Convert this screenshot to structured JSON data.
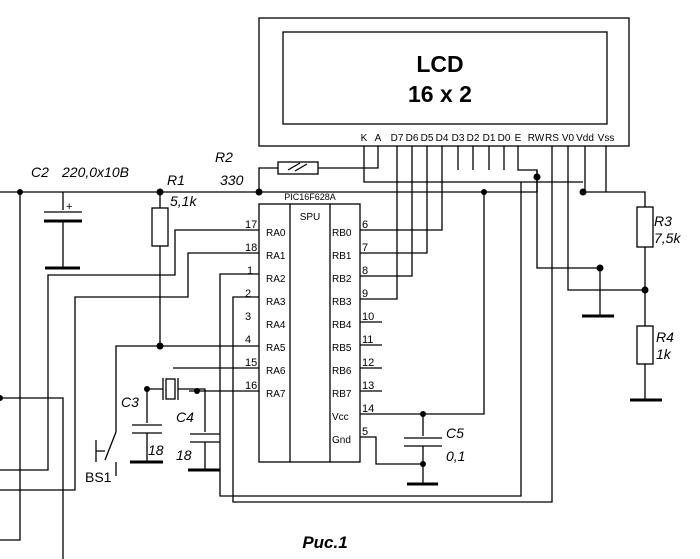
{
  "lcd": {
    "title": "LCD",
    "size": "16 x 2"
  },
  "lcd_pins": {
    "k": "K",
    "a": "A",
    "d7": "D7",
    "d6": "D6",
    "d5": "D5",
    "d4": "D4",
    "d3": "D3",
    "d2": "D2",
    "d1": "D1",
    "d0": "D0",
    "e": "E",
    "rw": "RW",
    "rs": "RS",
    "v0": "V0",
    "vdd": "Vdd",
    "vss": "Vss"
  },
  "mcu": {
    "part": "PIC16F628A",
    "core_label": "SPU"
  },
  "mcu_left_pins": [
    {
      "num": "17",
      "name": "RA0"
    },
    {
      "num": "18",
      "name": "RA1"
    },
    {
      "num": "1",
      "name": "RA2"
    },
    {
      "num": "2",
      "name": "RA3"
    },
    {
      "num": "3",
      "name": "RA4"
    },
    {
      "num": "4",
      "name": "RA5"
    },
    {
      "num": "15",
      "name": "RA6"
    },
    {
      "num": "16",
      "name": "RA7"
    }
  ],
  "mcu_right_pins": [
    {
      "num": "6",
      "name": "RB0"
    },
    {
      "num": "7",
      "name": "RB1"
    },
    {
      "num": "8",
      "name": "RB2"
    },
    {
      "num": "9",
      "name": "RB3"
    },
    {
      "num": "10",
      "name": "RB4"
    },
    {
      "num": "11",
      "name": "RB5"
    },
    {
      "num": "12",
      "name": "RB6"
    },
    {
      "num": "13",
      "name": "RB7"
    },
    {
      "num": "14",
      "name": "Vcc"
    },
    {
      "num": "5",
      "name": "Gnd"
    }
  ],
  "components": {
    "c2_name": "C2",
    "c2_value": "220,0x10B",
    "c2_plus": "+",
    "r2_name": "R2",
    "r2_value": "330",
    "r1_name": "R1",
    "r1_value": "5,1k",
    "r3_name": "R3",
    "r3_value": "7,5k",
    "r4_name": "R4",
    "r4_value": "1k",
    "c3_name": "C3",
    "c3_value": "18",
    "c4_name": "C4",
    "c4_value": "18",
    "c5_name": "C5",
    "c5_value": "0,1",
    "bs1_name": "BS1"
  },
  "caption": "Рис.1"
}
